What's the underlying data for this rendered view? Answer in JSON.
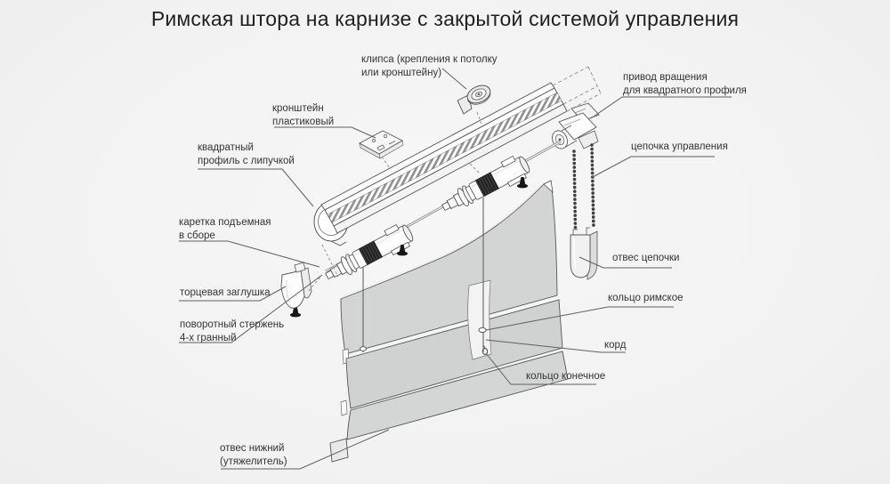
{
  "title": "Римская штора на карнизе с закрытой системой управления",
  "diagram": {
    "labels": {
      "clip": "клипса (крепления к потолку\nили кронштейну)",
      "bracket": "кронштейн\nпластиковый",
      "profile": "квадратный\nпрофиль с липучкой",
      "carriage": "каретка подъемная\nв сборе",
      "end_cap": "торцевая заглушка",
      "rod": "поворотный стержень\n4-х гранный",
      "drive": "привод вращения\nдля квадратного профиля",
      "chain": "цепочка управления",
      "chain_weight": "отвес цепочки",
      "roman_ring": "кольцо римское",
      "cord": "корд",
      "end_ring": "кольцо конечное",
      "bottom_weight": "отвес нижний\n(утяжелитель)"
    },
    "colors": {
      "background": "#f2f2f2",
      "line": "#565656",
      "label_text": "#333333",
      "fabric": "#d3d5d4",
      "dark_band": "#3a3a3a",
      "metal_light": "#f5f5f5"
    }
  }
}
